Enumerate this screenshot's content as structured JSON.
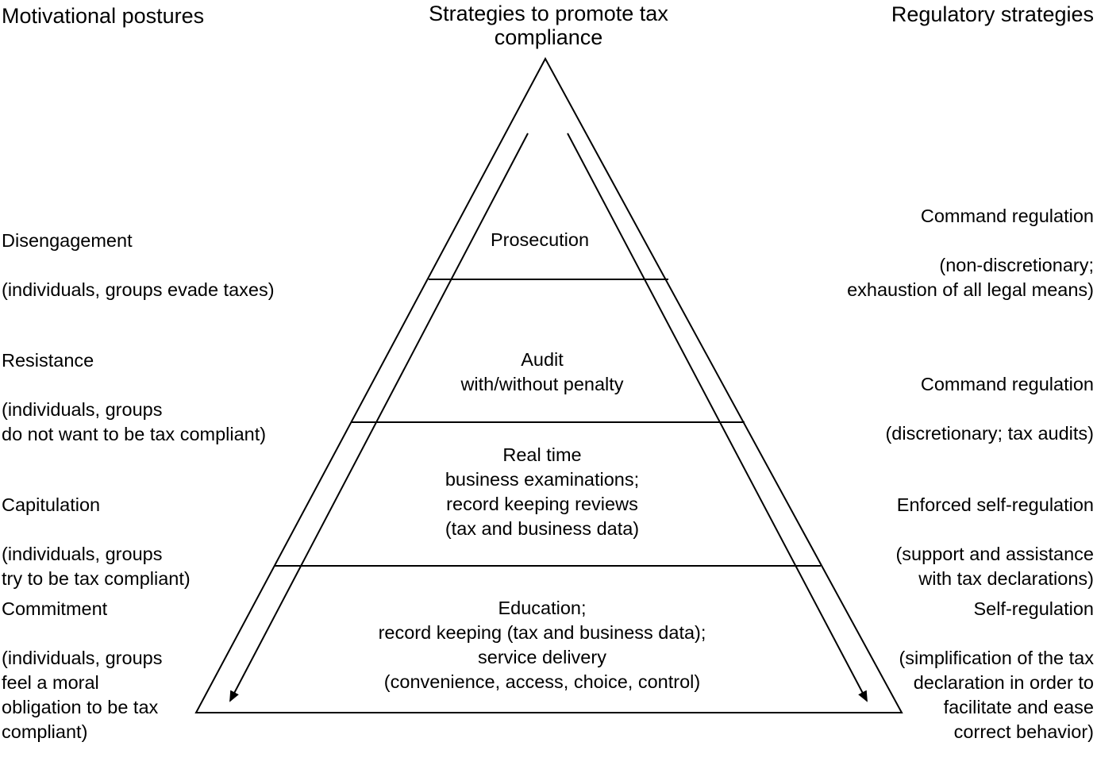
{
  "headers": {
    "left": "Motivational postures",
    "center": "Strategies to promote tax compliance",
    "right": "Regulatory strategies"
  },
  "postures": [
    {
      "name": "Disengagement",
      "detail": "(individuals, groups evade taxes)"
    },
    {
      "name": "Resistance",
      "detail": "(individuals, groups\ndo not want to be tax compliant)"
    },
    {
      "name": "Capitulation",
      "detail": "(individuals, groups\ntry to be tax compliant)"
    },
    {
      "name": "Commitment",
      "detail": "(individuals, groups\nfeel a moral\nobligation to be tax\ncompliant)"
    }
  ],
  "strategies": [
    {
      "text": "Prosecution"
    },
    {
      "text": "Audit\nwith/without penalty"
    },
    {
      "text": "Real time\nbusiness examinations;\nrecord keeping reviews\n(tax and business data)"
    },
    {
      "text": "Education;\nrecord keeping (tax and business data);\nservice delivery\n(convenience, access, choice, control)"
    }
  ],
  "regulatory": [
    {
      "name": "Command regulation",
      "detail": "(non-discretionary;\nexhaustion of all legal means)"
    },
    {
      "name": "Command regulation",
      "detail": "(discretionary; tax audits)"
    },
    {
      "name": "Enforced self-regulation",
      "detail": "(support and assistance\nwith tax declarations)"
    },
    {
      "name": "Self-regulation",
      "detail": "(simplification of the tax\ndeclaration in order to\nfacilitate and ease\ncorrect behavior)"
    }
  ]
}
